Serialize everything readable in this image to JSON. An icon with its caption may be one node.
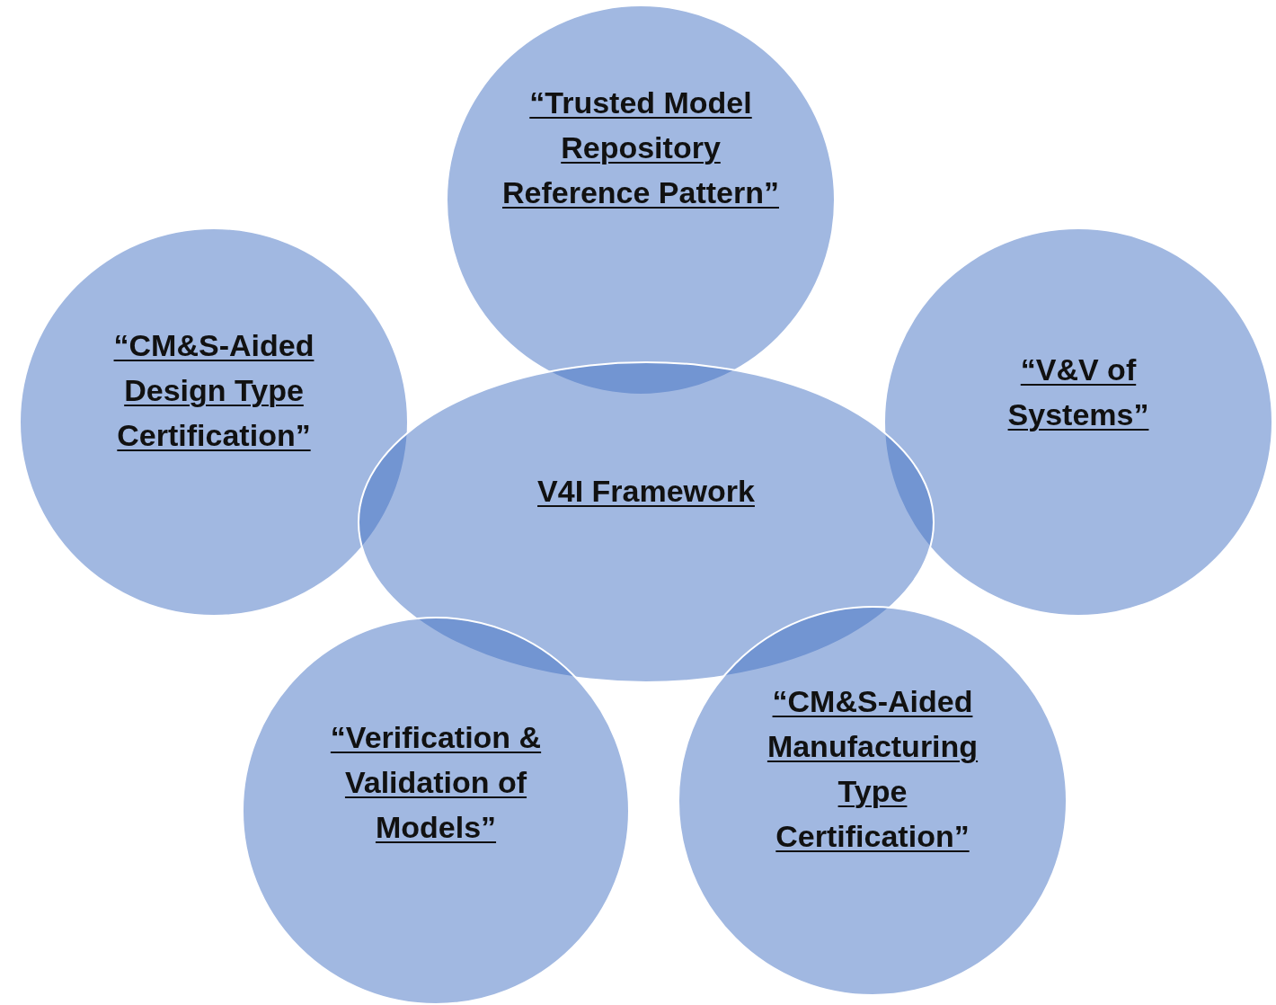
{
  "diagram": {
    "nodes": [
      {
        "text": [
          "“Trusted Model Repository Reference Pattern”"
        ]
      },
      {
        "text": [
          "“CM&S-Aided Design Type Certification”"
        ]
      },
      {
        "text": [
          "“V&V of Systems”"
        ]
      },
      {
        "text": [
          "V4I Framework"
        ]
      },
      {
        "text": [
          "“Verification & Validation of Models”"
        ]
      },
      {
        "text": [
          "“CM&S-Aided Manufacturing Type Certification”"
        ]
      }
    ]
  }
}
